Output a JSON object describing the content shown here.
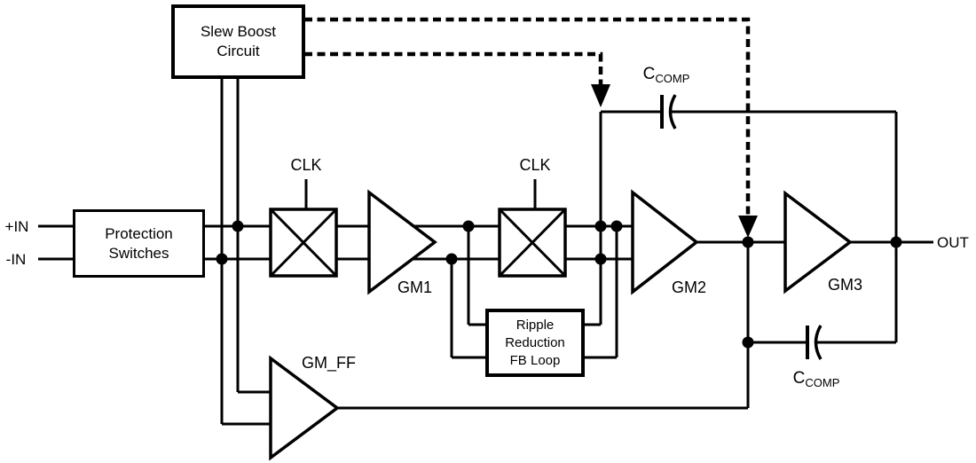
{
  "diagram": {
    "colors": {
      "line": "#000000",
      "background": "#ffffff"
    },
    "io": {
      "in_pos": "+IN",
      "in_neg": "-IN",
      "out": "OUT"
    },
    "blocks": {
      "slew_boost": {
        "lines": [
          "Slew Boost",
          "Circuit"
        ]
      },
      "protection_switches": {
        "lines": [
          "Protection",
          "Switches"
        ]
      },
      "ripple_reduction": {
        "lines": [
          "Ripple",
          "Reduction",
          "FB Loop"
        ]
      }
    },
    "amplifiers": {
      "gm1": "GM1",
      "gm2": "GM2",
      "gm3": "GM3",
      "gm_ff": "GM_FF"
    },
    "chopper_clocks": {
      "clk1": "CLK",
      "clk2": "CLK"
    },
    "capacitors": {
      "top": {
        "symbol": "C",
        "subscript": "COMP"
      },
      "bottom": {
        "symbol": "C",
        "subscript": "COMP"
      }
    }
  }
}
